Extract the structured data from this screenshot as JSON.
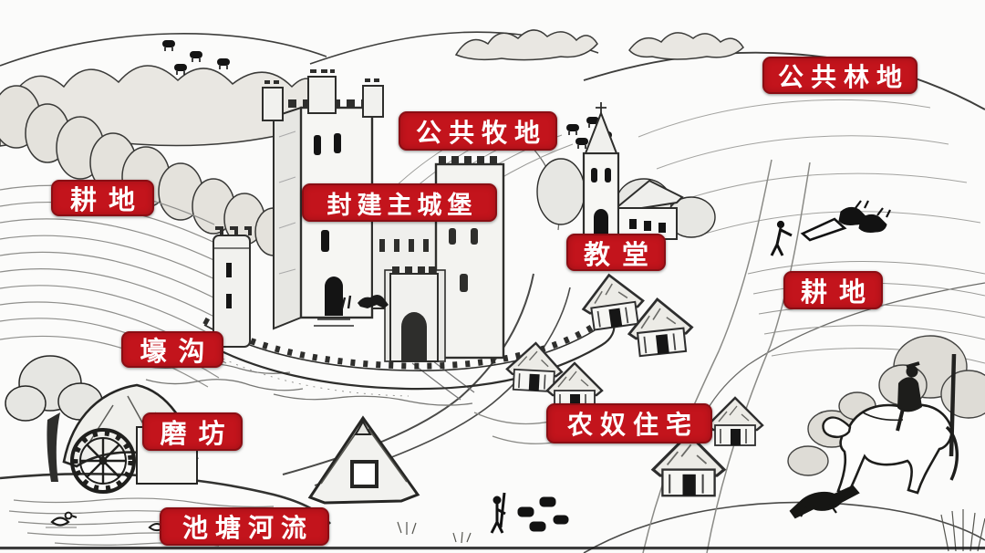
{
  "labels": [
    {
      "id": "common-woodland",
      "text": "公共林地"
    },
    {
      "id": "common-pasture",
      "text": "公共牧地"
    },
    {
      "id": "farmland-left",
      "text": "耕地"
    },
    {
      "id": "lord-castle",
      "text": "封建主城堡"
    },
    {
      "id": "church",
      "text": "教堂"
    },
    {
      "id": "farmland-right",
      "text": "耕地"
    },
    {
      "id": "moat",
      "text": "壕沟"
    },
    {
      "id": "mill",
      "text": "磨坊"
    },
    {
      "id": "serf-housing",
      "text": "农奴住宅"
    },
    {
      "id": "pond-river",
      "text": "池塘河流"
    }
  ],
  "colors": {
    "label_background": "#c3141c",
    "label_border": "#8a0e14",
    "label_text": "#ffffff",
    "ink": "#2b2b2b",
    "paper": "#fbfbfa"
  },
  "scene_icons": [
    "castle-illustration",
    "church-illustration",
    "watermill-illustration",
    "cottages-illustration",
    "pond-illustration",
    "horse-rider-illustration",
    "plow-team-illustration",
    "sheep-illustration",
    "woodland-illustration"
  ]
}
